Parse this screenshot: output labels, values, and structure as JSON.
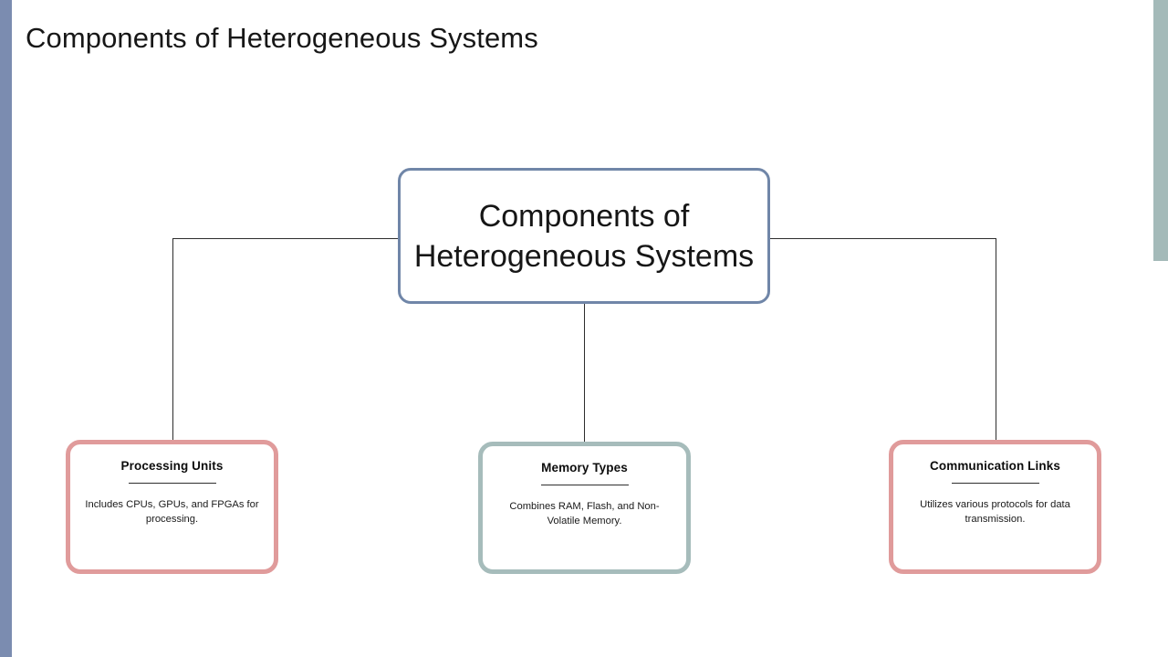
{
  "slide": {
    "title": "Components of Heterogeneous Systems",
    "background_color": "#ffffff"
  },
  "decor": {
    "left_bar_color": "#7b8cb0",
    "right_bar_color": "#a4bab9"
  },
  "diagram": {
    "type": "hierarchy-tree",
    "root": {
      "label": "Components of Heterogeneous Systems",
      "border_color": "#7086a8"
    },
    "connector_color": "#2d2d2d",
    "nodes": [
      {
        "title": "Processing Units",
        "description": "Includes CPUs, GPUs, and FPGAs for processing.",
        "border_color": "#e09b9b"
      },
      {
        "title": "Memory Types",
        "description": "Combines RAM, Flash, and Non-Volatile Memory.",
        "border_color": "#a6bcbb"
      },
      {
        "title": "Communication Links",
        "description": "Utilizes various protocols for data transmission.",
        "border_color": "#e09b9b"
      }
    ]
  }
}
